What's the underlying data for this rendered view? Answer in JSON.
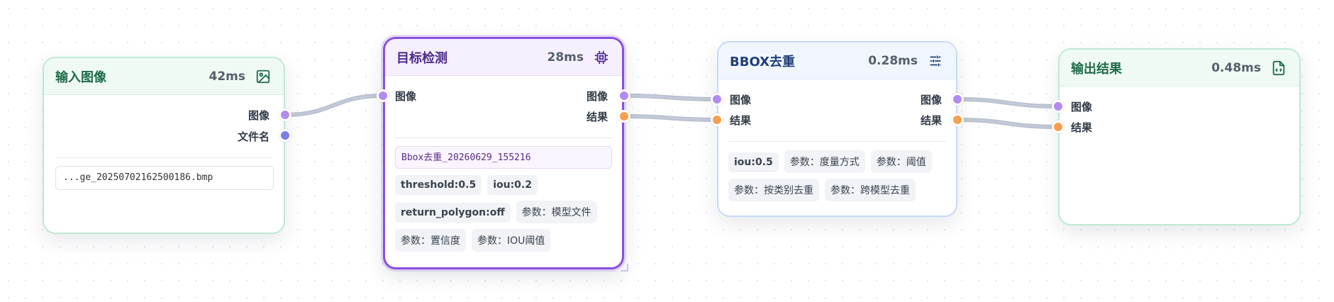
{
  "nodes": {
    "input": {
      "title": "输入图像",
      "time": "42ms",
      "outputs": [
        "图像",
        "文件名"
      ],
      "file_value": "...ge_20250702162500186.bmp"
    },
    "detect": {
      "title": "目标检测",
      "time": "28ms",
      "inputs": [
        "图像"
      ],
      "outputs": [
        "图像",
        "结果"
      ],
      "model_value": "Bbox去重_20260629_155216",
      "params": [
        "threshold:0.5",
        "iou:0.2",
        "return_polygon:off",
        "参数：模型文件",
        "参数：置信度",
        "参数：IOU阈值"
      ]
    },
    "dedup": {
      "title": "BBOX去重",
      "time": "0.28ms",
      "inputs": [
        "图像",
        "结果"
      ],
      "outputs": [
        "图像",
        "结果"
      ],
      "params": [
        "iou:0.5",
        "参数：度量方式",
        "参数：阈值",
        "参数：按类别去重",
        "参数：跨模型去重"
      ]
    },
    "output": {
      "title": "输出结果",
      "time": "0.48ms",
      "inputs": [
        "图像",
        "结果"
      ]
    }
  },
  "colors": {
    "image_port": "#b28bf0",
    "filename_port": "#7c7fe6",
    "result_port": "#f6a04d",
    "green_title": "#1f6b4a",
    "purple_title": "#4c2a8a",
    "blue_title": "#1f3f78"
  },
  "icons": {
    "input": "image-icon",
    "detect": "chip-icon",
    "dedup": "sliders-icon",
    "output": "file-code-icon"
  }
}
